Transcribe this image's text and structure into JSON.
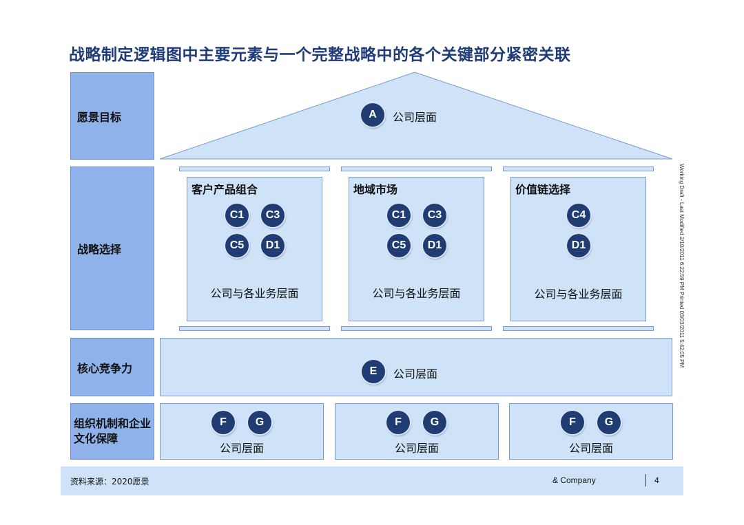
{
  "title": "战略制定逻辑图中主要元素与一个完整战略中的各个关键部分紧密关联",
  "rows": {
    "vision": "愿景目标",
    "strategy": "战略选择",
    "core": "核心竞争力",
    "org": "组织机制和企业文化保障"
  },
  "roof": {
    "badge": "A",
    "text": "公司层面"
  },
  "columns": [
    {
      "title": "客户产品组合",
      "badges": [
        "C1",
        "C3",
        "C5",
        "D1"
      ],
      "footer": "公司与各业务层面"
    },
    {
      "title": "地域市场",
      "badges": [
        "C1",
        "C3",
        "C5",
        "D1"
      ],
      "footer": "公司与各业务层面"
    },
    {
      "title": "价值链选择",
      "badges": [
        "C4",
        "D1"
      ],
      "footer": "公司与各业务层面"
    }
  ],
  "core": {
    "badge": "E",
    "text": "公司层面"
  },
  "foundations": [
    {
      "badges": [
        "F",
        "G"
      ],
      "text": "公司层面"
    },
    {
      "badges": [
        "F",
        "G"
      ],
      "text": "公司层面"
    },
    {
      "badges": [
        "F",
        "G"
      ],
      "text": "公司层面"
    }
  ],
  "footer": {
    "source": "资料来源：2020愿景",
    "company": "& Company",
    "page": "4"
  },
  "side_note": "Working Draft - Last Modified 2/10/2011 6:22:59 PM     Printed 03/03/2011 5:42:05 PM",
  "colors": {
    "accent": "#1f3c78",
    "badge": "#1f3d73",
    "panel": "#cfe3f8",
    "label": "#8fb2ea"
  }
}
